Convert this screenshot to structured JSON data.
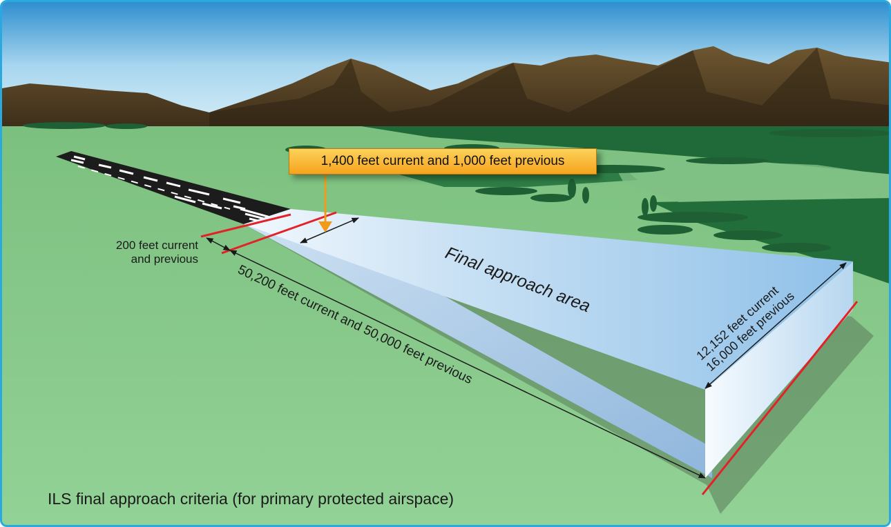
{
  "callout": {
    "text": "1,400 feet current and 1,000 feet previous"
  },
  "labels": {
    "threshold_width_line1": "200 feet current",
    "threshold_width_line2": "and previous",
    "area_name": "Final approach area",
    "length": "50,200 feet current and 50,000 feet previous",
    "outer_width_line1": "12,152 feet current",
    "outer_width_line2": "16,000 feet previous"
  },
  "caption": "ILS final approach criteria (for primary protected airspace)",
  "colors": {
    "frame_border": "#29a9e0",
    "ground": "#8fce92",
    "sky": "#bfe2f2",
    "mountains": "#5a4528",
    "trees": "#1f6a38",
    "runway": "#1c1c1c",
    "approach_area": "#9cc8ea",
    "boundary_lines": "#e32127",
    "callout": "#f7b32b"
  }
}
